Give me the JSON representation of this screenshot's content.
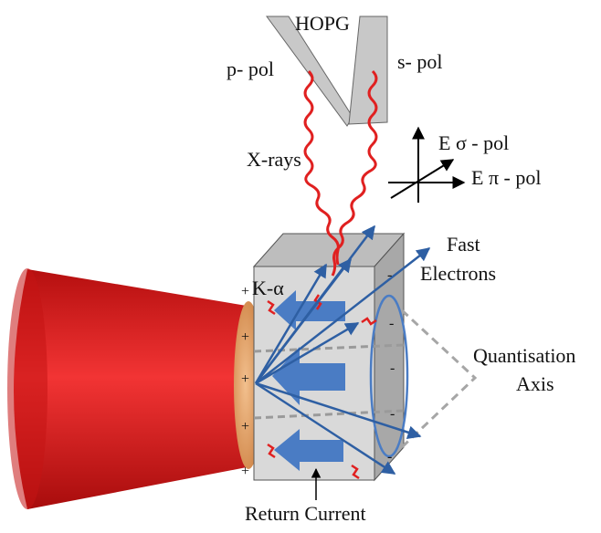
{
  "labels": {
    "hopg": "HOPG",
    "p_pol": "p- pol",
    "s_pol": "s- pol",
    "xrays": "X-rays",
    "e_sigma": "E σ - pol",
    "e_pi": "E π - pol",
    "fast_electrons_line1": "Fast",
    "fast_electrons_line2": "Electrons",
    "k_alpha": "K-α",
    "quantisation_line1": "Quantisation",
    "quantisation_line2": "Axis",
    "return_current": "Return Current"
  },
  "charges": {
    "plus": "+",
    "minus": "-"
  },
  "colors": {
    "laser_red": "#e21b1b",
    "xray_red": "#e02020",
    "crystal_gray": "#c8c8c8",
    "target_front": "#d9d9d9",
    "target_top": "#bdbdbd",
    "target_side": "#a8a8a8",
    "electron_blue": "#2e5fa3",
    "current_blue": "#4a7cc4",
    "copper": "#e3a061"
  }
}
